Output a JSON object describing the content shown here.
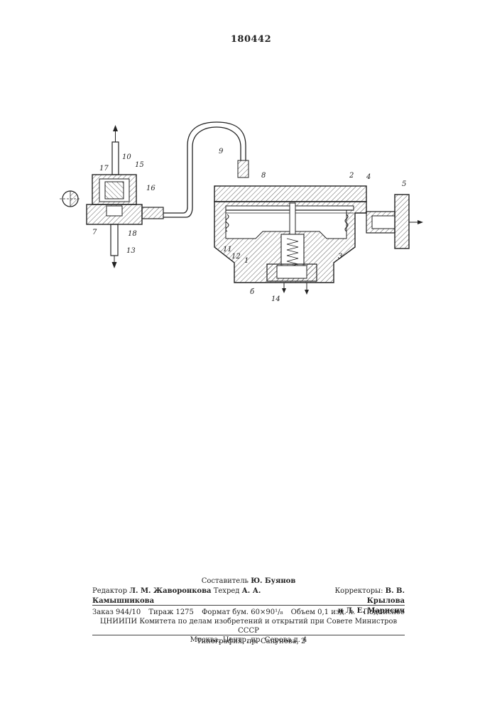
{
  "patent_number": "180442",
  "figure_labels": {
    "l1": "1",
    "l2": "2",
    "l3": "3",
    "l4": "4",
    "l5": "5",
    "l6": "б",
    "l7": "7",
    "l8": "8",
    "l9": "9",
    "l10": "10",
    "l11": "11",
    "l12": "12",
    "l13": "13",
    "l14": "14",
    "l15": "15",
    "l16": "16",
    "l17": "17",
    "l18": "18"
  },
  "credits": {
    "compiler_prefix": "Составитель",
    "compiler_name": "Ю. Буянов",
    "editor_prefix": "Редактор",
    "editor_name": "Л. М. Жаворонкова",
    "techred_prefix": "Техред",
    "techred_name": "А. А. Камышникова",
    "correctors_prefix": "Корректоры:",
    "corrector1": "В. В. Крылова",
    "corrector2": "и Л. Е. Марисич"
  },
  "imprint": {
    "order": "Заказ 944/10",
    "circulation": "Тираж 1275",
    "format": "Формат бум. 60×90¹/₈",
    "volume": "Объем 0,1 изд. л.",
    "subscription": "Подписное",
    "org_line": "ЦНИИПИ Комитета по делам изобретений и открытий при Совете Министров СССР",
    "address": "Москва, Центр, пр. Серова д. 4"
  },
  "printer": "Типография, пр. Сапунова, 2"
}
